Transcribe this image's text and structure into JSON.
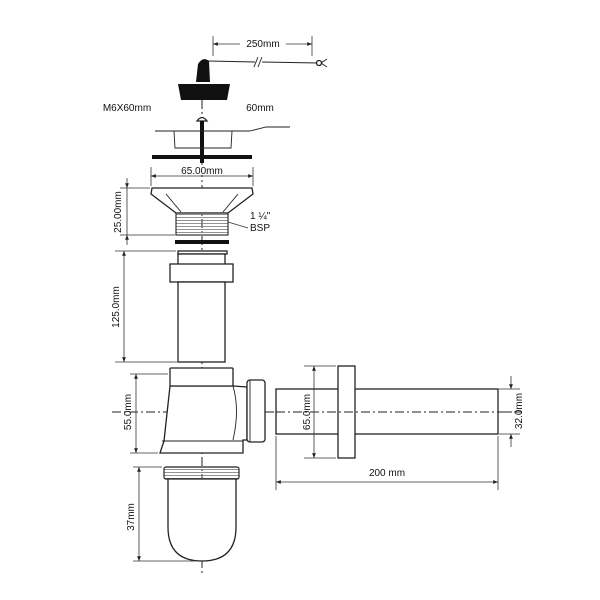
{
  "title": "Bottle trap with waste and stopper — technical drawing",
  "dimensions": {
    "chain_length": "250mm",
    "screw": "M6X60mm",
    "plug_diameter": "60mm",
    "flange_diameter": "65.00mm",
    "waste_height": "25.00mm",
    "thread_size": "1 ¼\"",
    "thread_type": "BSP",
    "tailpiece_length": "125.0mm",
    "trap_body_height": "55.0mm",
    "cup_height": "37mm",
    "wall_flange_diameter": "65.0mm",
    "outlet_diameter": "32.0mm",
    "outlet_length": "200 mm"
  },
  "colors": {
    "line": "#222222",
    "background": "#ffffff"
  }
}
